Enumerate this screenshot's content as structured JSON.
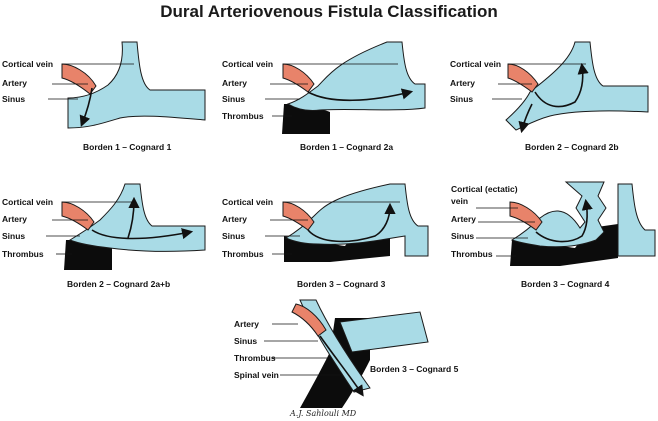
{
  "title": "Dural Arteriovenous Fistula Classification",
  "signature": "A.J. Sahlouli MD",
  "panels": [
    {
      "caption": "Borden 1 – Cognard 1",
      "labels": [
        "Cortical vein",
        "Artery",
        "Sinus"
      ]
    },
    {
      "caption": "Borden 1 – Cognard 2a",
      "labels": [
        "Cortical vein",
        "Artery",
        "Sinus",
        "Thrombus"
      ]
    },
    {
      "caption": "Borden 2 – Cognard 2b",
      "labels": [
        "Cortical vein",
        "Artery",
        "Sinus"
      ]
    },
    {
      "caption": "Borden 2 – Cognard 2a+b",
      "labels": [
        "Cortical vein",
        "Artery",
        "Sinus",
        "Thrombus"
      ]
    },
    {
      "caption": "Borden 3 – Cognard 3",
      "labels": [
        "Cortical vein",
        "Artery",
        "Sinus",
        "Thrombus"
      ]
    },
    {
      "caption": "Borden 3 – Cognard 4",
      "labels": [
        "Cortical (ectatic)",
        "vein",
        "Artery",
        "Sinus",
        "Thrombus"
      ]
    },
    {
      "caption": "Borden 3 – Cognard 5",
      "labels": [
        "Artery",
        "Sinus",
        "Thrombus",
        "Spinal vein"
      ]
    }
  ]
}
